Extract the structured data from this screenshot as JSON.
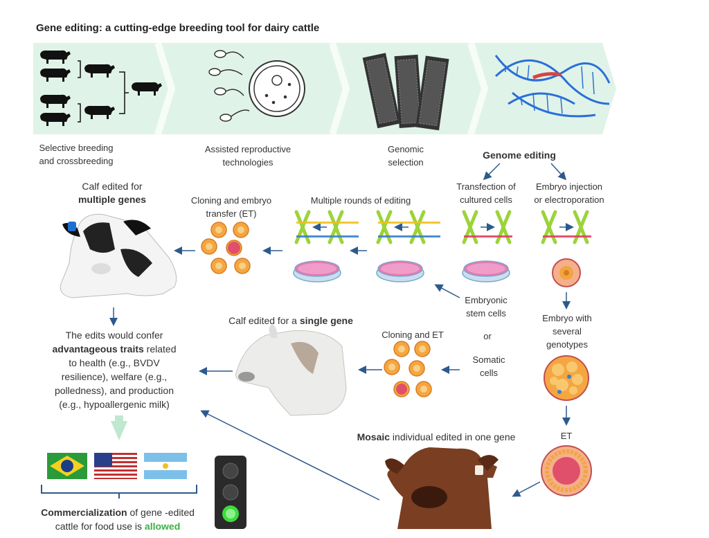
{
  "title": "Gene editing: a cutting-edge breeding tool for dairy cattle",
  "timeline": [
    {
      "l1": "Selective breeding",
      "l2": "and crossbreeding"
    },
    {
      "l1": "Assisted reproductive",
      "l2": "technologies"
    },
    {
      "l1": "Genomic",
      "l2": "selection"
    }
  ],
  "genome_editing": "Genome editing",
  "transfection": {
    "l1": "Transfection of",
    "l2": "cultured cells"
  },
  "embryo_injection": {
    "l1": "Embryo injection",
    "l2": "or electroporation"
  },
  "multiple_rounds": "Multiple rounds of editing",
  "cloning_et": {
    "l1": "Cloning and embryo",
    "l2": "transfer (ET)"
  },
  "calf_multi": {
    "l1": "Calf edited for",
    "l2": "multiple genes"
  },
  "embryonic": {
    "l1": "Embryonic",
    "l2": "stem cells"
  },
  "or": "or",
  "somatic": {
    "l1": "Somatic",
    "l2": "cells"
  },
  "cloning_et2": "Cloning and ET",
  "calf_single": {
    "pre": "Calf edited for a ",
    "bold": "single gene"
  },
  "embryo_geno": {
    "l1": "Embryo with",
    "l2": "several",
    "l3": "genotypes"
  },
  "et": "ET",
  "mosaic": {
    "bold": "Mosaic",
    "rest": " individual edited in one gene"
  },
  "traits": {
    "l1": "The edits would confer",
    "l2_bold": "advantageous traits",
    "l2_rest": " related",
    "l3": "to health (e.g., BVDV",
    "l4": "resilience), welfare (e.g.,",
    "l5": "polledness), and production",
    "l6": "(e.g., hypoallergenic milk)"
  },
  "commercial": {
    "bold": "Commercialization",
    "rest": " of gene -edited",
    "l2_pre": "cattle for food use is ",
    "l2_green": "allowed"
  },
  "colors": {
    "banner": "#e0f3e8",
    "arrow": "#2c5a8c",
    "dna_blue": "#2a6fd8",
    "dna_red": "#d64545",
    "light_green": "#3cb043",
    "cell_orange": "#f0a640"
  }
}
